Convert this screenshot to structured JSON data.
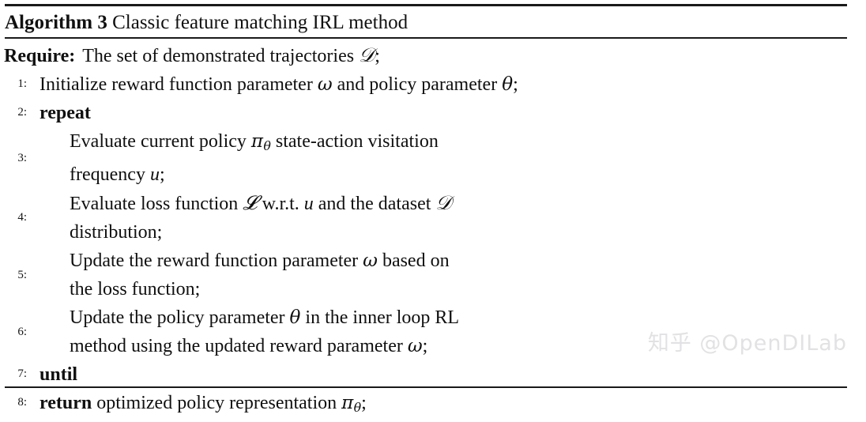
{
  "document": {
    "type": "algorithm-float",
    "background_color": "#ffffff",
    "text_color": "#101010"
  },
  "title": {
    "keyword": "Algorithm",
    "number": "3",
    "caption": "Classic feature matching IRL method",
    "full": "Algorithm 3 Classic feature matching IRL method"
  },
  "require": {
    "keyword": "Require:",
    "text_plain": "The set of demonstrated trajectories D;",
    "text_before_symbol": "The set of demonstrated trajectories ",
    "symbol": "𝒟",
    "text_after_symbol": ";"
  },
  "steps": [
    {
      "number": "1:",
      "style": "plain",
      "indent": "flush",
      "text_plain": "Initialize reward function parameter ω and policy parameter θ;",
      "lines": [
        [
          {
            "t": "text",
            "v": "Initialize reward function parameter "
          },
          {
            "t": "greek",
            "v": "ω"
          },
          {
            "t": "text",
            "v": " and policy parameter "
          },
          {
            "t": "greek",
            "v": "θ"
          },
          {
            "t": "text",
            "v": ";"
          }
        ]
      ]
    },
    {
      "number": "2:",
      "style": "keyword",
      "indent": "flush",
      "text_plain": "repeat",
      "lines": [
        [
          {
            "t": "kw",
            "v": "repeat"
          }
        ]
      ]
    },
    {
      "number": "3:",
      "style": "plain",
      "indent": "indented",
      "text_plain": "Evaluate current policy πθ state-action visitation frequency u;",
      "lines": [
        [
          {
            "t": "text",
            "v": "Evaluate current policy "
          },
          {
            "t": "greek",
            "v": "π"
          },
          {
            "t": "sub",
            "v": "θ"
          },
          {
            "t": "text",
            "v": " state-action visitation"
          }
        ],
        [
          {
            "t": "text",
            "v": "frequency "
          },
          {
            "t": "var",
            "v": "u"
          },
          {
            "t": "text",
            "v": ";"
          }
        ]
      ]
    },
    {
      "number": "4:",
      "style": "plain",
      "indent": "indented",
      "text_plain": "Evaluate loss function L w.r.t. u and the dataset D distribution;",
      "lines": [
        [
          {
            "t": "text",
            "v": "Evaluate loss function "
          },
          {
            "t": "cal",
            "v": "𝓛"
          },
          {
            "t": "text",
            "v": " w.r.t. "
          },
          {
            "t": "var",
            "v": "u"
          },
          {
            "t": "text",
            "v": " and the dataset "
          },
          {
            "t": "cal",
            "v": "𝒟"
          }
        ],
        [
          {
            "t": "text",
            "v": "distribution;"
          }
        ]
      ]
    },
    {
      "number": "5:",
      "style": "plain",
      "indent": "indented",
      "text_plain": "Update the reward function parameter ω based on the loss function;",
      "lines": [
        [
          {
            "t": "text",
            "v": "Update the reward function parameter "
          },
          {
            "t": "greek",
            "v": "ω"
          },
          {
            "t": "text",
            "v": " based on"
          }
        ],
        [
          {
            "t": "text",
            "v": "the loss function;"
          }
        ]
      ]
    },
    {
      "number": "6:",
      "style": "plain",
      "indent": "indented",
      "text_plain": "Update the policy parameter θ in the inner loop RL method using the updated reward parameter ω;",
      "lines": [
        [
          {
            "t": "text",
            "v": "Update the policy parameter "
          },
          {
            "t": "greek",
            "v": "θ"
          },
          {
            "t": "text",
            "v": " in the inner loop RL"
          }
        ],
        [
          {
            "t": "text",
            "v": "method using the updated reward parameter "
          },
          {
            "t": "greek",
            "v": "ω"
          },
          {
            "t": "text",
            "v": ";"
          }
        ]
      ]
    },
    {
      "number": "7:",
      "style": "keyword",
      "indent": "flush",
      "text_plain": "until",
      "lines": [
        [
          {
            "t": "kw",
            "v": "until"
          }
        ]
      ]
    },
    {
      "number": "8:",
      "style": "keyword-lead",
      "indent": "flush",
      "text_plain": "return optimized policy representation πθ;",
      "lines": [
        [
          {
            "t": "kw",
            "v": "return"
          },
          {
            "t": "text",
            "v": " optimized policy representation "
          },
          {
            "t": "greek",
            "v": "π"
          },
          {
            "t": "sub",
            "v": "θ"
          },
          {
            "t": "text",
            "v": ";"
          }
        ]
      ]
    }
  ],
  "watermark": {
    "text": "知乎 @OpenDILab",
    "color": "#e2e2e4"
  }
}
